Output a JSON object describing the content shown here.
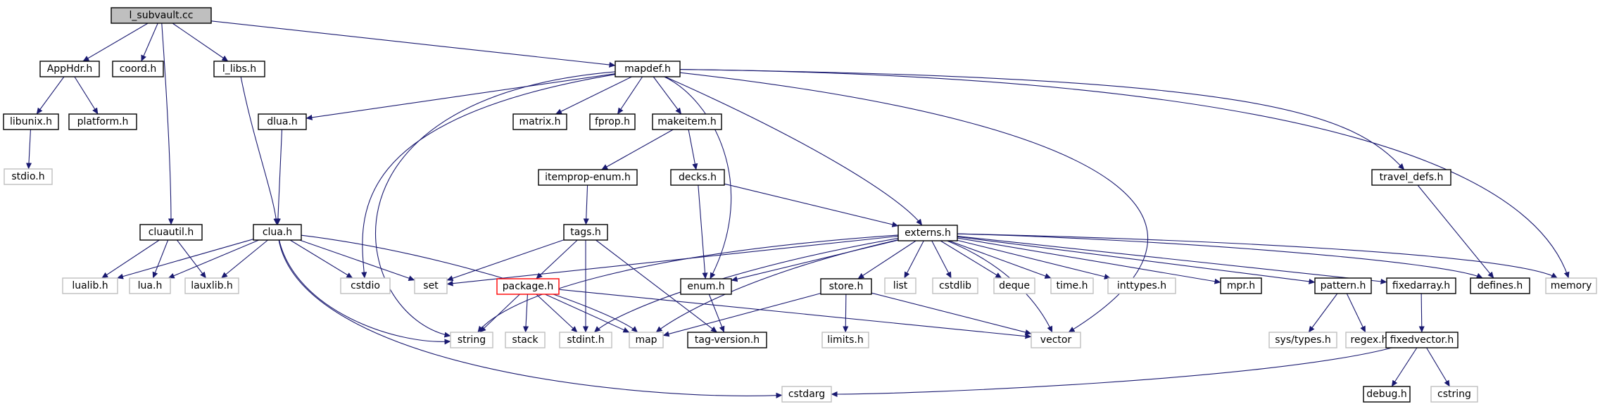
{
  "colors": {
    "edge": "#191970",
    "border_documented": "#000000",
    "border_undocumented": "#bfbfbf",
    "border_truncated": "#ff0000",
    "root_fill": "#bfbfbf",
    "fill": "#ffffff"
  },
  "nodes": [
    {
      "id": "l_subvault",
      "label": "l_subvault.cc",
      "style": "root"
    },
    {
      "id": "apphdr",
      "label": "AppHdr.h",
      "style": "doc"
    },
    {
      "id": "coord",
      "label": "coord.h",
      "style": "doc"
    },
    {
      "id": "llibs",
      "label": "l_libs.h",
      "style": "doc"
    },
    {
      "id": "mapdef",
      "label": "mapdef.h",
      "style": "doc"
    },
    {
      "id": "libunix",
      "label": "libunix.h",
      "style": "doc"
    },
    {
      "id": "platform",
      "label": "platform.h",
      "style": "doc"
    },
    {
      "id": "stdioh",
      "label": "stdio.h",
      "style": "ext"
    },
    {
      "id": "dlua",
      "label": "dlua.h",
      "style": "doc"
    },
    {
      "id": "matrix",
      "label": "matrix.h",
      "style": "doc"
    },
    {
      "id": "fprop",
      "label": "fprop.h",
      "style": "doc"
    },
    {
      "id": "makeitem",
      "label": "makeitem.h",
      "style": "doc"
    },
    {
      "id": "itemprop",
      "label": "itemprop-enum.h",
      "style": "doc"
    },
    {
      "id": "decks",
      "label": "decks.h",
      "style": "doc"
    },
    {
      "id": "travel",
      "label": "travel_defs.h",
      "style": "doc"
    },
    {
      "id": "cluautil",
      "label": "cluautil.h",
      "style": "doc"
    },
    {
      "id": "clua",
      "label": "clua.h",
      "style": "doc"
    },
    {
      "id": "tags",
      "label": "tags.h",
      "style": "doc"
    },
    {
      "id": "externs",
      "label": "externs.h",
      "style": "doc"
    },
    {
      "id": "lualib",
      "label": "lualib.h",
      "style": "ext"
    },
    {
      "id": "luah",
      "label": "lua.h",
      "style": "ext"
    },
    {
      "id": "lauxlib",
      "label": "lauxlib.h",
      "style": "ext"
    },
    {
      "id": "cstdio",
      "label": "cstdio",
      "style": "ext"
    },
    {
      "id": "set",
      "label": "set",
      "style": "ext"
    },
    {
      "id": "package",
      "label": "package.h",
      "style": "trunc"
    },
    {
      "id": "enum",
      "label": "enum.h",
      "style": "doc"
    },
    {
      "id": "store",
      "label": "store.h",
      "style": "doc"
    },
    {
      "id": "list",
      "label": "list",
      "style": "ext"
    },
    {
      "id": "cstdlib",
      "label": "cstdlib",
      "style": "ext"
    },
    {
      "id": "deque",
      "label": "deque",
      "style": "ext"
    },
    {
      "id": "time",
      "label": "time.h",
      "style": "ext"
    },
    {
      "id": "inttypes",
      "label": "inttypes.h",
      "style": "ext"
    },
    {
      "id": "mpr",
      "label": "mpr.h",
      "style": "doc"
    },
    {
      "id": "pattern",
      "label": "pattern.h",
      "style": "doc"
    },
    {
      "id": "fixedarray",
      "label": "fixedarray.h",
      "style": "doc"
    },
    {
      "id": "defines",
      "label": "defines.h",
      "style": "doc"
    },
    {
      "id": "memory",
      "label": "memory",
      "style": "ext"
    },
    {
      "id": "string",
      "label": "string",
      "style": "ext"
    },
    {
      "id": "stack",
      "label": "stack",
      "style": "ext"
    },
    {
      "id": "stdint",
      "label": "stdint.h",
      "style": "ext"
    },
    {
      "id": "map",
      "label": "map",
      "style": "ext"
    },
    {
      "id": "tagversion",
      "label": "tag-version.h",
      "style": "doc"
    },
    {
      "id": "limits",
      "label": "limits.h",
      "style": "ext"
    },
    {
      "id": "vector",
      "label": "vector",
      "style": "ext"
    },
    {
      "id": "systypes",
      "label": "sys/types.h",
      "style": "ext"
    },
    {
      "id": "regex",
      "label": "regex.h",
      "style": "ext"
    },
    {
      "id": "fixedvector",
      "label": "fixedvector.h",
      "style": "doc"
    },
    {
      "id": "cstdarg",
      "label": "cstdarg",
      "style": "ext"
    },
    {
      "id": "debug",
      "label": "debug.h",
      "style": "doc"
    },
    {
      "id": "cstring",
      "label": "cstring",
      "style": "ext"
    }
  ],
  "edges": [
    [
      "l_subvault",
      "apphdr"
    ],
    [
      "l_subvault",
      "coord"
    ],
    [
      "l_subvault",
      "llibs"
    ],
    [
      "l_subvault",
      "mapdef"
    ],
    [
      "l_subvault",
      "cluautil"
    ],
    [
      "apphdr",
      "libunix"
    ],
    [
      "apphdr",
      "platform"
    ],
    [
      "libunix",
      "stdioh"
    ],
    [
      "llibs",
      "clua"
    ],
    [
      "mapdef",
      "dlua"
    ],
    [
      "mapdef",
      "matrix"
    ],
    [
      "mapdef",
      "fprop"
    ],
    [
      "mapdef",
      "makeitem"
    ],
    [
      "mapdef",
      "externs"
    ],
    [
      "mapdef",
      "travel"
    ],
    [
      "mapdef",
      "memory"
    ],
    [
      "mapdef",
      "cstdio"
    ],
    [
      "mapdef",
      "string"
    ],
    [
      "mapdef",
      "enum"
    ],
    [
      "mapdef",
      "vector"
    ],
    [
      "dlua",
      "clua"
    ],
    [
      "makeitem",
      "itemprop"
    ],
    [
      "makeitem",
      "decks"
    ],
    [
      "itemprop",
      "tags"
    ],
    [
      "decks",
      "enum"
    ],
    [
      "decks",
      "externs"
    ],
    [
      "travel",
      "defines"
    ],
    [
      "cluautil",
      "lualib"
    ],
    [
      "cluautil",
      "luah"
    ],
    [
      "cluautil",
      "lauxlib"
    ],
    [
      "clua",
      "lualib"
    ],
    [
      "clua",
      "luah"
    ],
    [
      "clua",
      "lauxlib"
    ],
    [
      "clua",
      "cstdio"
    ],
    [
      "clua",
      "set"
    ],
    [
      "clua",
      "string"
    ],
    [
      "clua",
      "map"
    ],
    [
      "clua",
      "cstdarg"
    ],
    [
      "tags",
      "set"
    ],
    [
      "tags",
      "package"
    ],
    [
      "tags",
      "stdint"
    ],
    [
      "tags",
      "tagversion"
    ],
    [
      "externs",
      "set"
    ],
    [
      "externs",
      "string"
    ],
    [
      "externs",
      "enum"
    ],
    [
      "externs",
      "store"
    ],
    [
      "externs",
      "list"
    ],
    [
      "externs",
      "cstdlib"
    ],
    [
      "externs",
      "deque"
    ],
    [
      "externs",
      "time"
    ],
    [
      "externs",
      "inttypes"
    ],
    [
      "externs",
      "mpr"
    ],
    [
      "externs",
      "pattern"
    ],
    [
      "externs",
      "fixedarray"
    ],
    [
      "externs",
      "defines"
    ],
    [
      "externs",
      "memory"
    ],
    [
      "externs",
      "vector"
    ],
    [
      "externs",
      "map"
    ],
    [
      "externs",
      "stdint"
    ],
    [
      "package",
      "string"
    ],
    [
      "package",
      "stack"
    ],
    [
      "package",
      "stdint"
    ],
    [
      "package",
      "map"
    ],
    [
      "package",
      "vector"
    ],
    [
      "enum",
      "tagversion"
    ],
    [
      "store",
      "limits"
    ],
    [
      "store",
      "map"
    ],
    [
      "store",
      "vector"
    ],
    [
      "pattern",
      "systypes"
    ],
    [
      "pattern",
      "regex"
    ],
    [
      "fixedarray",
      "fixedvector"
    ],
    [
      "fixedvector",
      "debug"
    ],
    [
      "fixedvector",
      "cstring"
    ],
    [
      "fixedvector",
      "cstdarg"
    ]
  ]
}
